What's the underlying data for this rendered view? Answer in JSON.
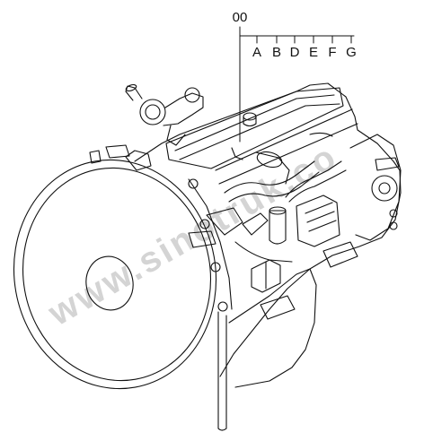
{
  "diagram": {
    "group_code": "00",
    "variants": [
      "A",
      "B",
      "D",
      "E",
      "F",
      "G"
    ],
    "watermark": "www.sinotruk.co"
  },
  "colors": {
    "line": "#111111",
    "watermark": "#d4d4d4",
    "background": "#ffffff"
  }
}
